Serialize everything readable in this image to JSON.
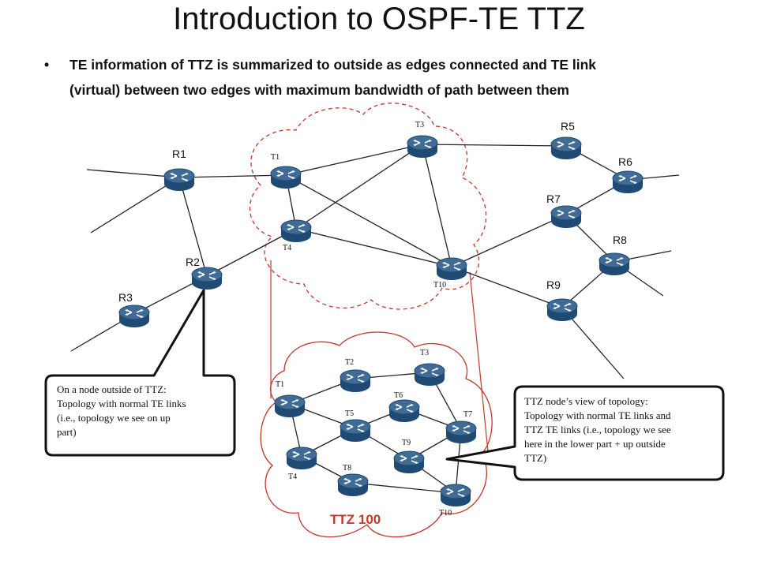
{
  "title": "Introduction to OSPF-TE TTZ",
  "bullet": {
    "line1": "TE information of TTZ is summarized to outside as edges connected and TE link",
    "line2": "(virtual) between two edges with maximum bandwidth of path between them"
  },
  "upper_nodes": {
    "R1": "R1",
    "R2": "R2",
    "R3": "R3",
    "R5": "R5",
    "R6": "R6",
    "R7": "R7",
    "R8": "R8",
    "R9": "R9",
    "T1": "T1",
    "T3": "T3",
    "T4": "T4",
    "T10": "T10"
  },
  "lower_nodes": {
    "T1": "T1",
    "T2": "T2",
    "T3": "T3",
    "T4": "T4",
    "T5": "T5",
    "T6": "T6",
    "T7": "T7",
    "T8": "T8",
    "T9": "T9",
    "T10": "T10"
  },
  "ttz_label": "TTZ 100",
  "callout_left": {
    "line1": "On a node outside of TTZ:",
    "line2": "Topology with normal TE links",
    "line3": "(i.e., topology we see on up",
    "line4": "part)"
  },
  "callout_right": {
    "line1": "TTZ node’s view of topology:",
    "line2": "Topology with normal TE links and",
    "line3": "TTZ TE links (i.e., topology we see",
    "line4": "here in the lower part + up outside",
    "line5": "TTZ)"
  },
  "colors": {
    "router_top": "#3f6b94",
    "router_body": "#1e4a73",
    "ttz_red": "#c0392b",
    "link": "#222222"
  }
}
